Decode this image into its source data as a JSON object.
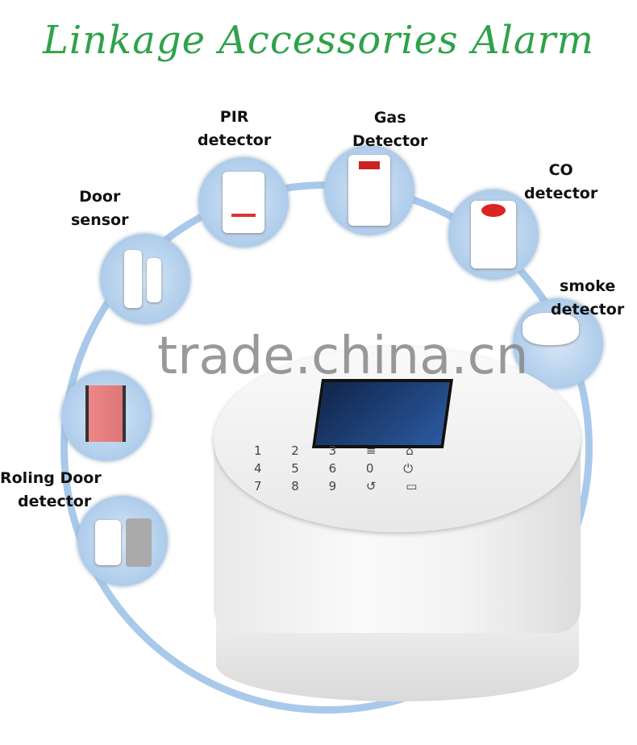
{
  "title": "Linkage Accessories Alarm",
  "watermark": "trade.china.cn",
  "accessories": [
    {
      "label_line1": "Door",
      "label_line2": "sensor",
      "icon": "door-sensor-icon"
    },
    {
      "label_line1": "PIR",
      "label_line2": "detector",
      "icon": "pir-detector-icon"
    },
    {
      "label_line1": "Gas",
      "label_line2": "Detector",
      "icon": "gas-detector-icon"
    },
    {
      "label_line1": "CO",
      "label_line2": "detector",
      "icon": "co-detector-icon"
    },
    {
      "label_line1": "smoke",
      "label_line2": "detector",
      "icon": "smoke-detector-icon"
    },
    {
      "label_line1": "Roling Door",
      "label_line2": "detector",
      "icon": "rolling-door-detector-icon"
    }
  ],
  "keypad": "1 2 3 ≡ ⌂ 4 5 6 0 ⏻ 7 8 9 ↺ ▭",
  "colors": {
    "title": "#2fa24a",
    "ring": "#a9c9ea"
  }
}
